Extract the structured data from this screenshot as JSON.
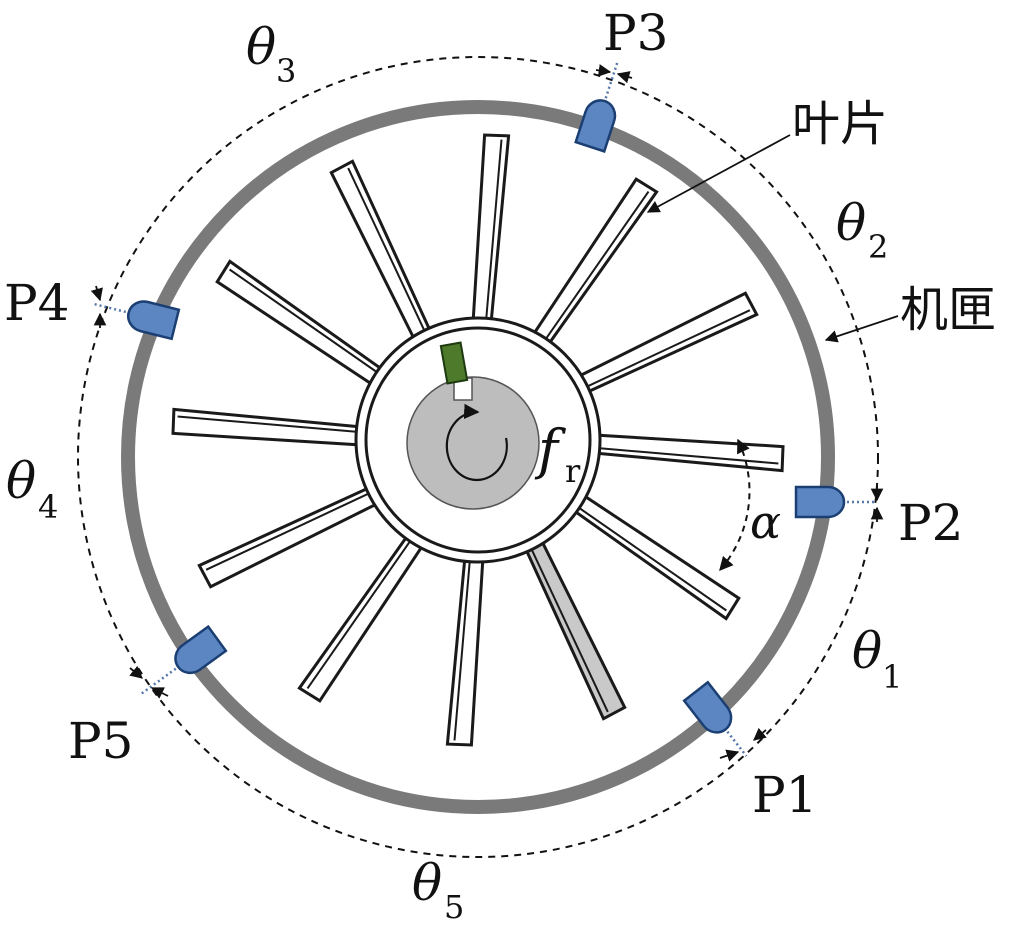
{
  "labels": {
    "blade": "叶片",
    "casing": "机匣",
    "rotation_freq_symbol": "f",
    "rotation_freq_subscript": "r",
    "blade_angle_symbol": "α"
  },
  "probes": [
    {
      "name": "P1"
    },
    {
      "name": "P2"
    },
    {
      "name": "P3"
    },
    {
      "name": "P4"
    },
    {
      "name": "P5"
    }
  ],
  "angles": [
    {
      "symbol": "θ",
      "sub": "1"
    },
    {
      "symbol": "θ",
      "sub": "2"
    },
    {
      "symbol": "θ",
      "sub": "3"
    },
    {
      "symbol": "θ",
      "sub": "4"
    },
    {
      "symbol": "θ",
      "sub": "5"
    }
  ],
  "colors": {
    "casing": "#7a7a7a",
    "sensor": "#5b86c2",
    "marker": "#4e7a2c",
    "shaft": "#bdbdbd",
    "shaded_blade": "#c9c9c9"
  },
  "blade_count": 12
}
